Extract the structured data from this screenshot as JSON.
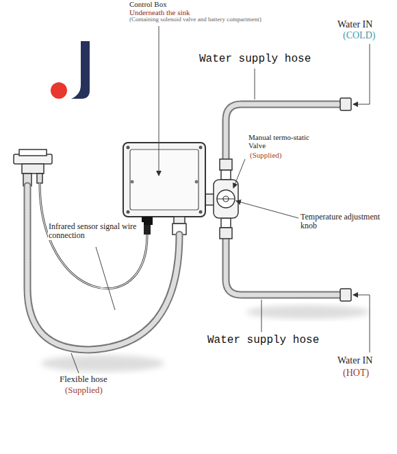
{
  "diagram": {
    "labels": [
      "Control Box",
      "Underneath the sink",
      "(Containing solenoid valve and battery compartment)",
      "Water IN",
      "(COLD)",
      "Water supply hose",
      "Manual termo-static Valve",
      "(Supplied)",
      "Temperature adjustment knob",
      "Infrared sensor signal wire connection",
      "Water supply hose",
      "Water IN",
      "(HOT)",
      "Flexible hose",
      "(Supplied)"
    ]
  }
}
